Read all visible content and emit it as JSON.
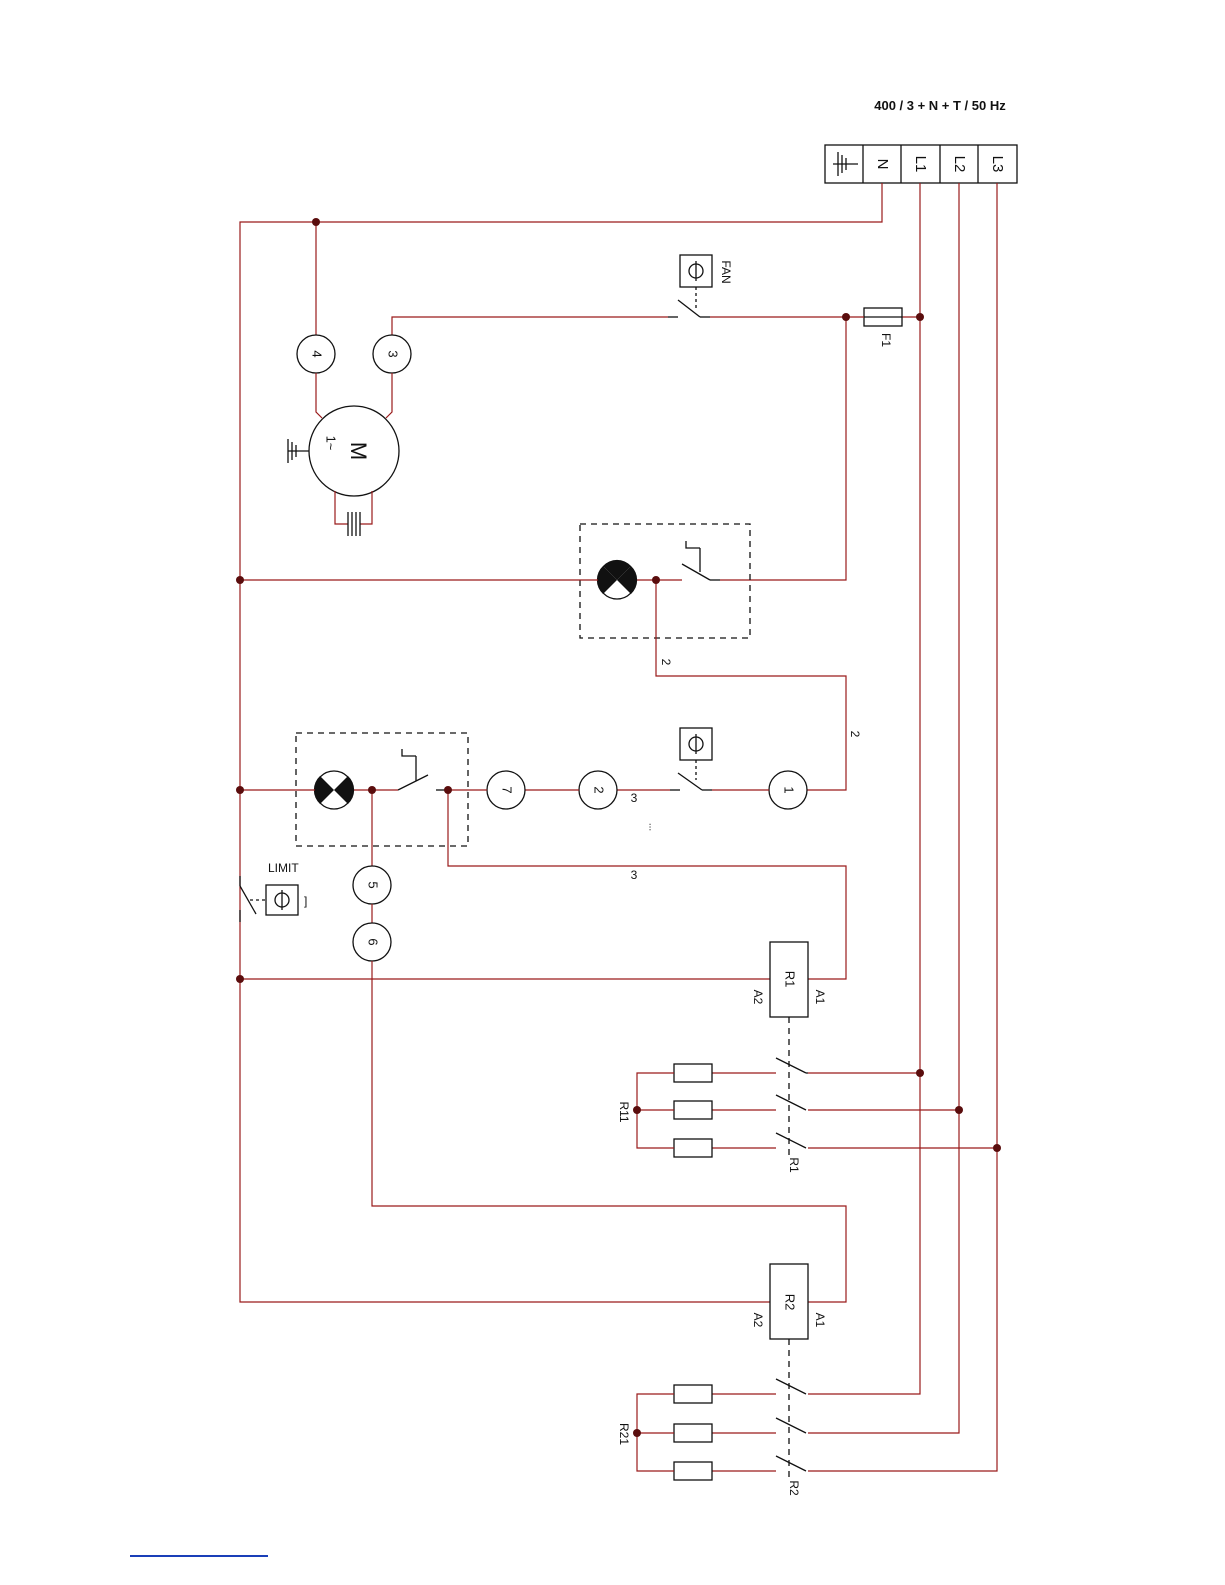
{
  "supply_label": "400 / 3 + N + T / 50 Hz",
  "terminals": [
    "N",
    "L1",
    "L2",
    "L3"
  ],
  "labels": {
    "fan": "FAN",
    "fuse": "F1",
    "motor": "M",
    "motor_phase": "1~",
    "limit": "LIMIT",
    "relay1": "R1",
    "relay2": "R2",
    "a1": "A1",
    "a2": "A2",
    "heater_group1": "R11",
    "heater_group2": "R21",
    "contact_r1": "R1",
    "contact_r2": "R2",
    "wire_2": "2",
    "wire_3": "3",
    "dots": "...",
    "limit_mark": "]"
  },
  "circle_terminals": [
    "4",
    "3",
    "7",
    "2",
    "1",
    "5",
    "6"
  ]
}
